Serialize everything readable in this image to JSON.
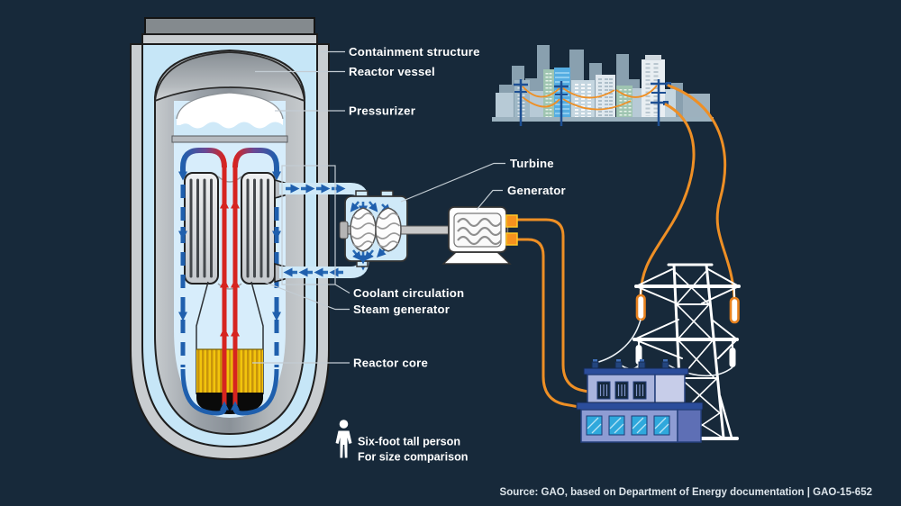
{
  "labels": {
    "containment_structure": "Containment structure",
    "reactor_vessel": "Reactor vessel",
    "pressurizer": "Pressurizer",
    "turbine": "Turbine",
    "generator": "Generator",
    "coolant_circulation": "Coolant circulation",
    "steam_generator": "Steam generator",
    "reactor_core": "Reactor core"
  },
  "person_note": {
    "line1": "Six-foot tall person",
    "line2": "For size comparison"
  },
  "source_line": "Source: GAO, based on Department of Energy documentation | GAO-15-652",
  "colors": {
    "bg": "#17293a",
    "label-text": "#ffffff",
    "leader": "#c3ccd3",
    "arrow-blue": "#1f5fad",
    "arrow-red": "#d62420",
    "core-yellow": "#f2c40d",
    "core-stripe": "#c8940b",
    "wire-orange": "#ee8f25",
    "pipe-blue": "#cfe9f8"
  }
}
